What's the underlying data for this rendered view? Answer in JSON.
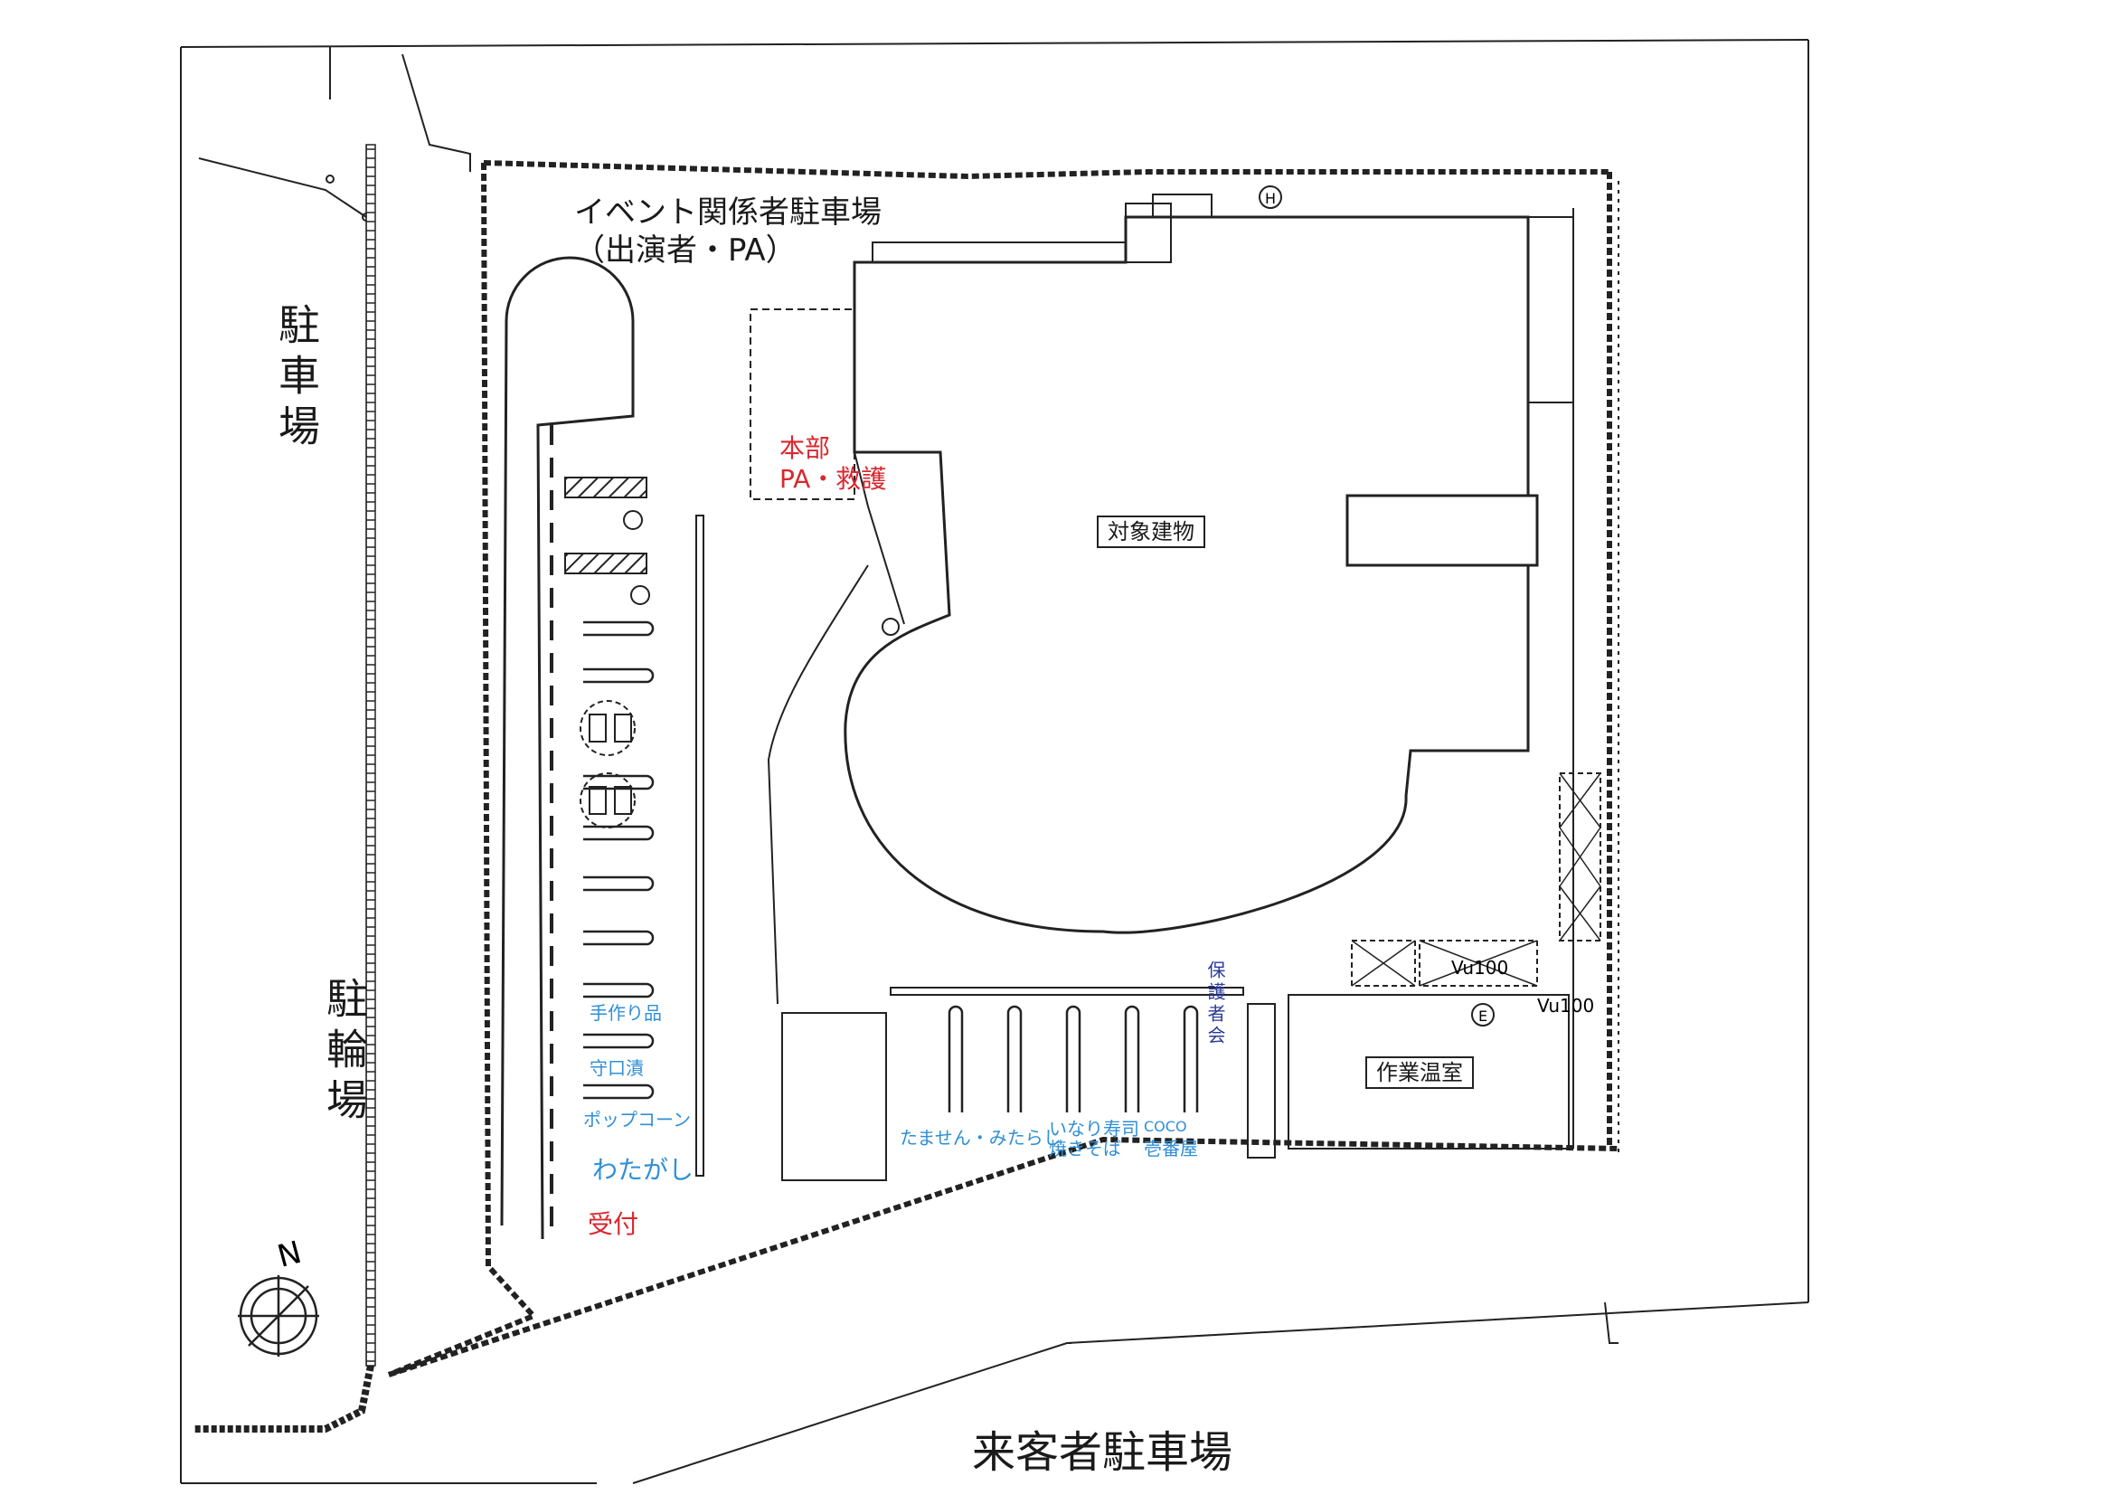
{
  "labels": {
    "parking_west": "駐車場",
    "bicycle_parking": "駐輪場",
    "visitor_parking": "来客者駐車場",
    "event_parking_line1": "イベント関係者駐車場",
    "event_parking_line2": "（出演者・PA）",
    "hq": "本部",
    "pa_aid": "PA・救護",
    "target_building": "対象建物",
    "work_greenhouse": "作業温室",
    "guardians_assoc": "保護者会",
    "vu100_a": "Vu100",
    "vu100_b": "Vu100",
    "hydrant_h": "H",
    "hydrant_e": "E",
    "compass": "N"
  },
  "stalls": {
    "handmade": "手作り品",
    "moriguchi": "守口漬",
    "popcorn": "ポップコーン",
    "cotton_candy": "わたがし",
    "reception": "受付",
    "tamasen": "たません・みたらし",
    "inari1": "いなり寿司",
    "inari2": "焼きそば",
    "coco1": "COCO",
    "coco2": "壱番屋"
  },
  "colors": {
    "line": "#222222",
    "red": "#d9282f",
    "blue": "#2f8fd6",
    "navy": "#2a3a9a"
  }
}
